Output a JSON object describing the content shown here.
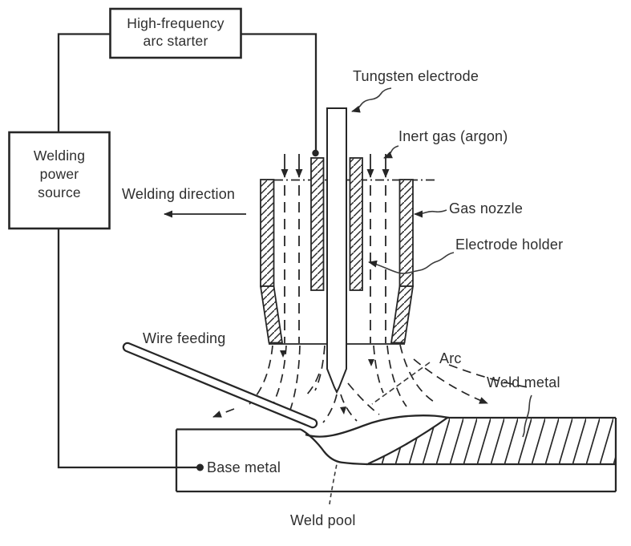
{
  "colors": {
    "ink": "#262626",
    "text": "#2e2e2e",
    "background": "#ffffff"
  },
  "boxes": {
    "arc_starter": {
      "lines": [
        "High-frequency",
        "arc starter"
      ]
    },
    "power_source": {
      "lines": [
        "Welding",
        "power",
        "source"
      ]
    }
  },
  "labels": {
    "tungsten_electrode": "Tungsten electrode",
    "inert_gas": "Inert gas (argon)",
    "gas_nozzle": "Gas nozzle",
    "electrode_holder": "Electrode holder",
    "welding_direction": "Welding direction",
    "wire_feeding": "Wire feeding",
    "arc": "Arc",
    "weld_metal": "Weld metal",
    "base_metal": "Base metal",
    "weld_pool": "Weld pool"
  }
}
